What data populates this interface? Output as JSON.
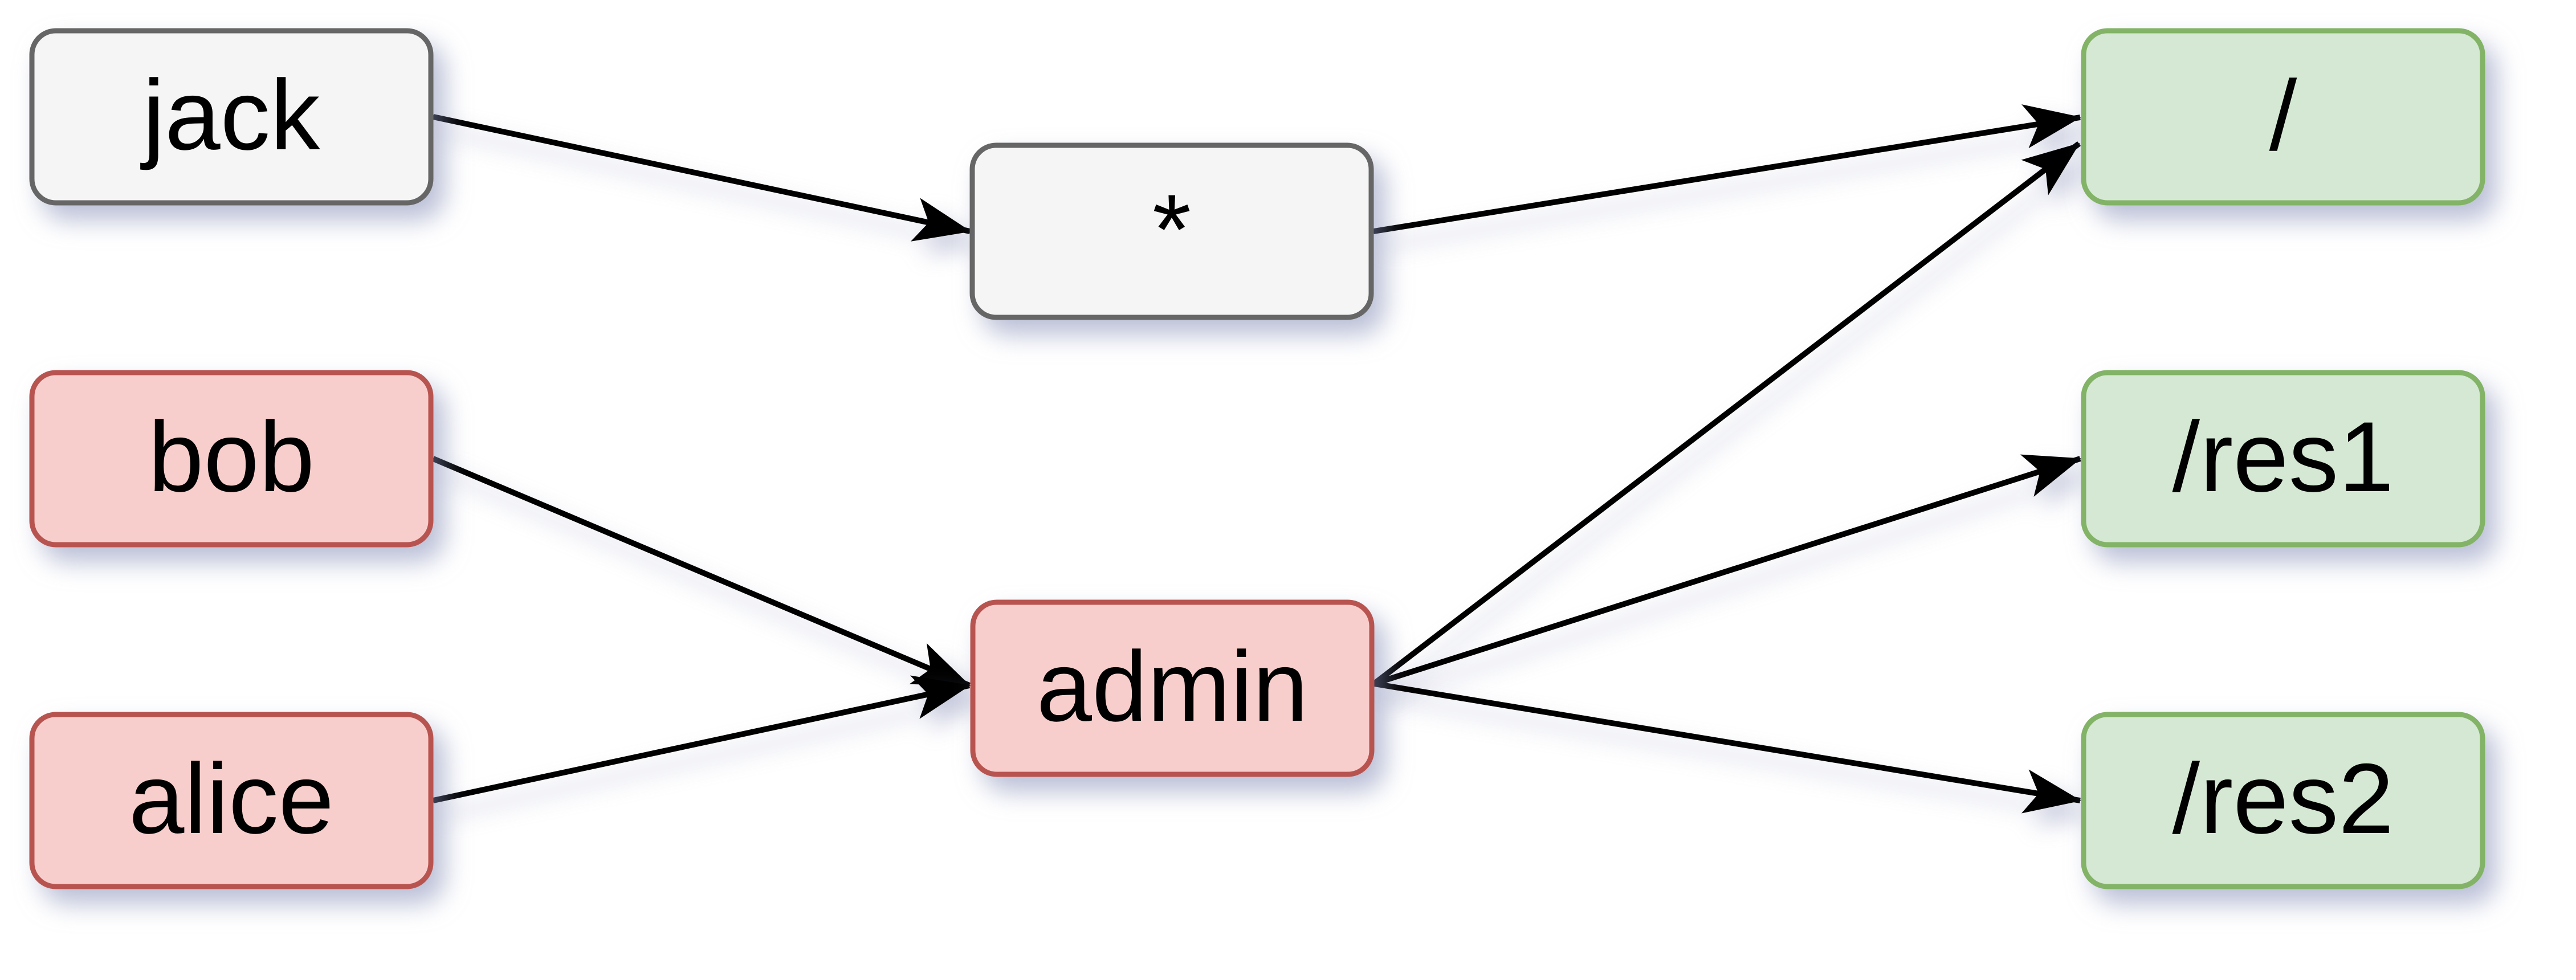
{
  "diagram": {
    "kind": "access-control-graph",
    "nodes": {
      "jack": {
        "label": "jack",
        "theme": "gray"
      },
      "bob": {
        "label": "bob",
        "theme": "red"
      },
      "alice": {
        "label": "alice",
        "theme": "red"
      },
      "star": {
        "label": "*",
        "theme": "gray"
      },
      "admin": {
        "label": "admin",
        "theme": "red"
      },
      "root": {
        "label": "/",
        "theme": "green"
      },
      "res1": {
        "label": "/res1",
        "theme": "green"
      },
      "res2": {
        "label": "/res2",
        "theme": "green"
      }
    },
    "edges": [
      {
        "from": "jack",
        "to": "star"
      },
      {
        "from": "bob",
        "to": "admin"
      },
      {
        "from": "alice",
        "to": "admin"
      },
      {
        "from": "star",
        "to": "root"
      },
      {
        "from": "admin",
        "to": "root"
      },
      {
        "from": "admin",
        "to": "res1"
      },
      {
        "from": "admin",
        "to": "res2"
      }
    ],
    "palette": {
      "gray_fill": "#f5f5f5",
      "gray_stroke": "#666666",
      "red_fill": "#f8cecc",
      "red_stroke": "#b85450",
      "green_fill": "#d5e8d4",
      "green_stroke": "#82b366",
      "edge_color": "#000000",
      "text_color": "#000000",
      "background": "#ffffff",
      "shadow": "rgba(130,138,180,0.5)"
    }
  }
}
